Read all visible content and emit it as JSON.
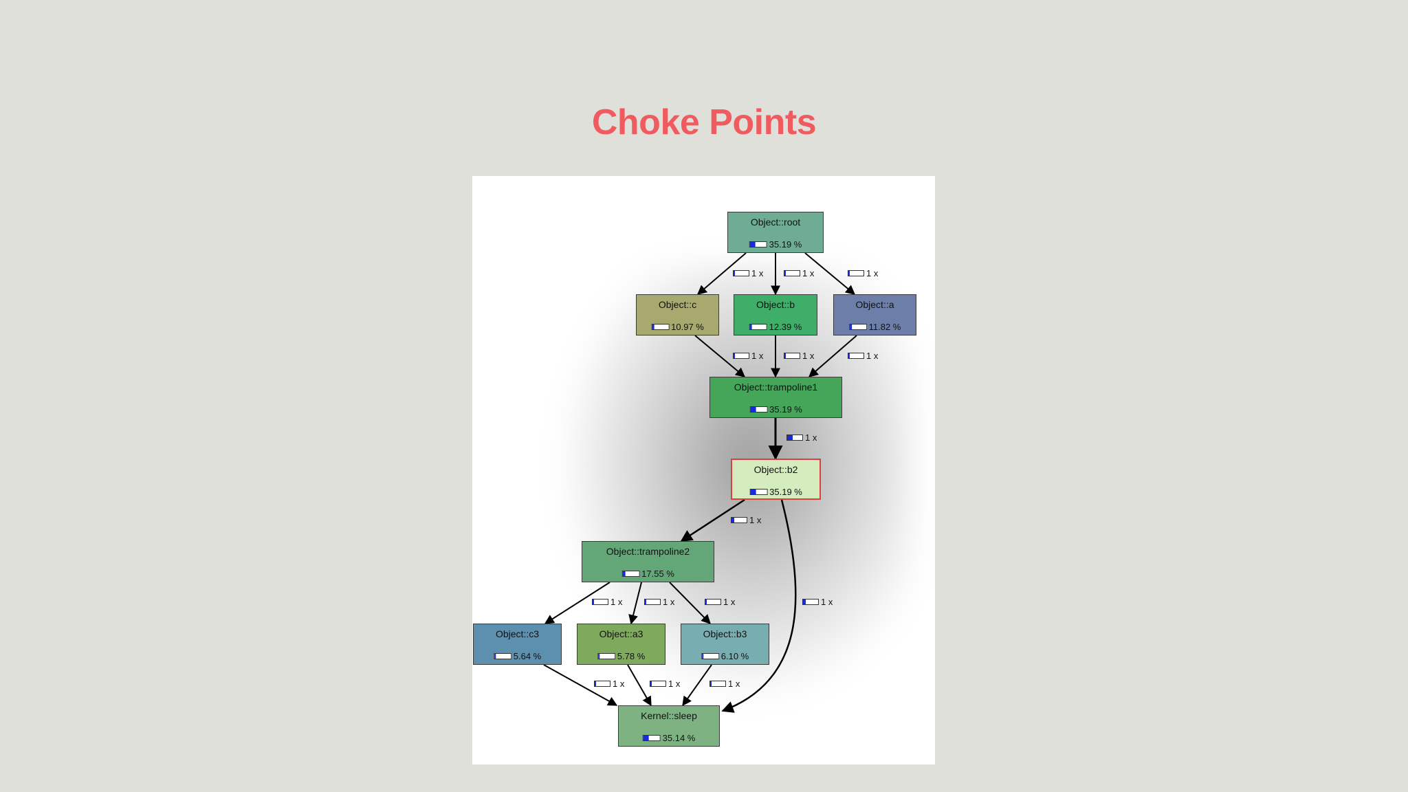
{
  "slide": {
    "title": "Choke Points"
  },
  "graph": {
    "nodes": [
      {
        "id": "root",
        "name": "Object::root",
        "percent": "35.19 %",
        "fraction": 0.35,
        "color": "#6fac94"
      },
      {
        "id": "c",
        "name": "Object::c",
        "percent": "10.97 %",
        "fraction": 0.11,
        "color": "#a7a96e"
      },
      {
        "id": "b",
        "name": "Object::b",
        "percent": "12.39 %",
        "fraction": 0.12,
        "color": "#3fae68"
      },
      {
        "id": "a",
        "name": "Object::a",
        "percent": "11.82 %",
        "fraction": 0.12,
        "color": "#6d7ea9"
      },
      {
        "id": "trampoline1",
        "name": "Object::trampoline1",
        "percent": "35.19 %",
        "fraction": 0.35,
        "color": "#45a65a"
      },
      {
        "id": "b2",
        "name": "Object::b2",
        "percent": "35.19 %",
        "fraction": 0.35,
        "color": "#d4ecbe",
        "border": "#d94141"
      },
      {
        "id": "trampoline2",
        "name": "Object::trampoline2",
        "percent": "17.55 %",
        "fraction": 0.18,
        "color": "#63a779"
      },
      {
        "id": "c3",
        "name": "Object::c3",
        "percent": "5.64 %",
        "fraction": 0.06,
        "color": "#5d8fae"
      },
      {
        "id": "a3",
        "name": "Object::a3",
        "percent": "5.78 %",
        "fraction": 0.06,
        "color": "#7faa5e"
      },
      {
        "id": "b3",
        "name": "Object::b3",
        "percent": "6.10 %",
        "fraction": 0.06,
        "color": "#78aeb1"
      },
      {
        "id": "sleep",
        "name": "Kernel::sleep",
        "percent": "35.14 %",
        "fraction": 0.35,
        "color": "#7fb283"
      }
    ],
    "edges": [
      {
        "from": "root",
        "to": "c",
        "count": "1 x",
        "fraction": 0.05
      },
      {
        "from": "root",
        "to": "b",
        "count": "1 x",
        "fraction": 0.05
      },
      {
        "from": "root",
        "to": "a",
        "count": "1 x",
        "fraction": 0.05
      },
      {
        "from": "c",
        "to": "trampoline1",
        "count": "1 x",
        "fraction": 0.05
      },
      {
        "from": "b",
        "to": "trampoline1",
        "count": "1 x",
        "fraction": 0.05
      },
      {
        "from": "a",
        "to": "trampoline1",
        "count": "1 x",
        "fraction": 0.05
      },
      {
        "from": "trampoline1",
        "to": "b2",
        "count": "1 x",
        "fraction": 0.35
      },
      {
        "from": "b2",
        "to": "trampoline2",
        "count": "1 x",
        "fraction": 0.18
      },
      {
        "from": "b2",
        "to": "sleep",
        "count": "1 x",
        "fraction": 0.18
      },
      {
        "from": "trampoline2",
        "to": "c3",
        "count": "1 x",
        "fraction": 0.05
      },
      {
        "from": "trampoline2",
        "to": "a3",
        "count": "1 x",
        "fraction": 0.05
      },
      {
        "from": "trampoline2",
        "to": "b3",
        "count": "1 x",
        "fraction": 0.05
      },
      {
        "from": "c3",
        "to": "sleep",
        "count": "1 x",
        "fraction": 0.05
      },
      {
        "from": "a3",
        "to": "sleep",
        "count": "1 x",
        "fraction": 0.05
      },
      {
        "from": "b3",
        "to": "sleep",
        "count": "1 x",
        "fraction": 0.05
      }
    ]
  }
}
